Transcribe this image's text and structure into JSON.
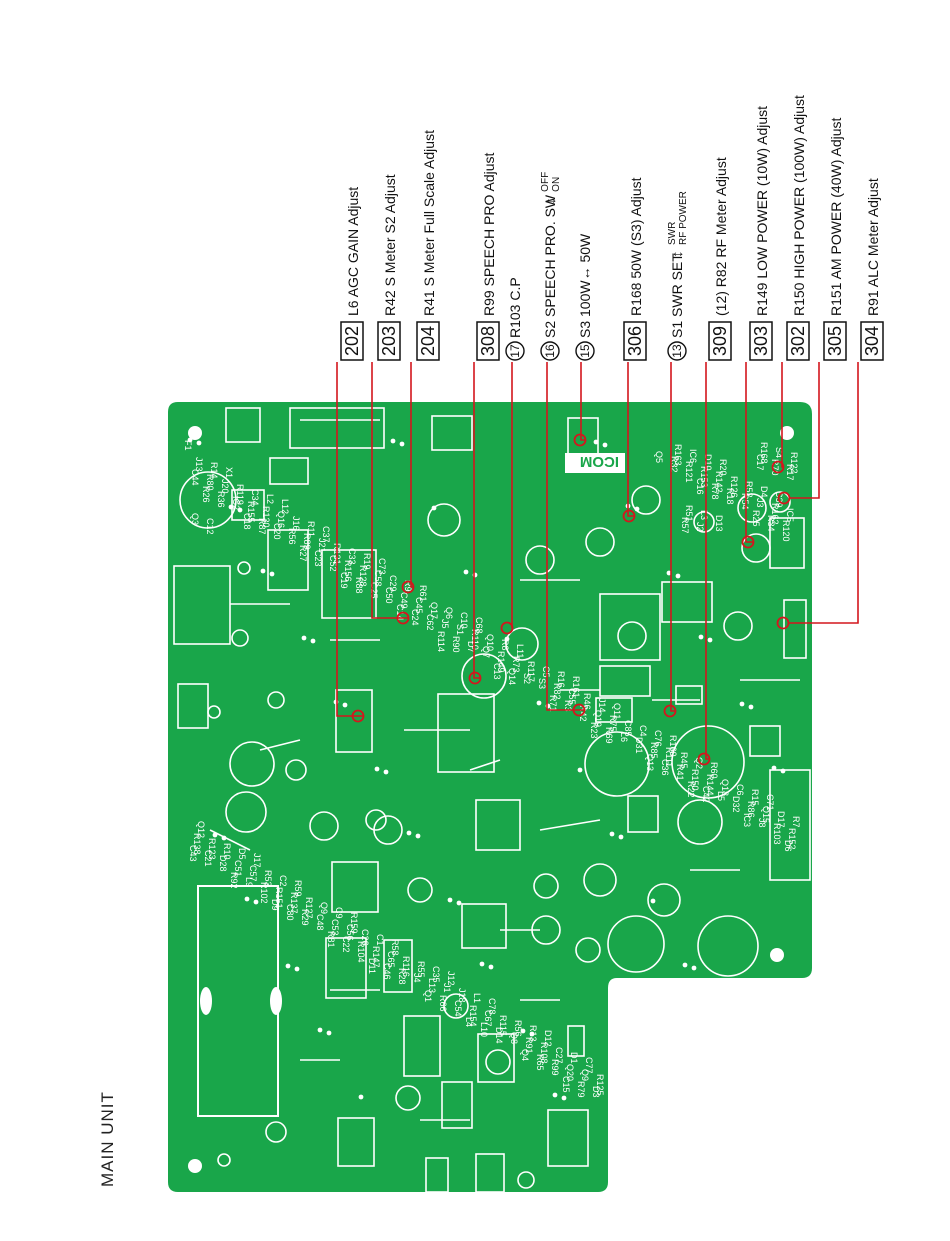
{
  "title": "MAIN UNIT",
  "colors": {
    "board": "#19a64a",
    "silkscreen": "#ffffff",
    "leader": "#d4161d",
    "text": "#111111"
  },
  "adjustments": [
    {
      "code": "202",
      "boxed": true,
      "label": "L6 AGC GAIN Adjust"
    },
    {
      "code": "203",
      "boxed": true,
      "label": "R42 S Meter S2 Adjust"
    },
    {
      "code": "204",
      "boxed": true,
      "label": "R41 S Meter Full Scale Adjust"
    },
    {
      "code": "308",
      "boxed": true,
      "label": "R99 SPEECH PRO Adjust"
    },
    {
      "code": "17",
      "boxed": false,
      "label": "R103 C.P"
    },
    {
      "code": "16",
      "boxed": false,
      "label": "S2 SPEECH PRO. SW",
      "suffix_top": "OFF",
      "suffix_bottom": "ON"
    },
    {
      "code": "15",
      "boxed": false,
      "label": "S3 100W↔ 50W"
    },
    {
      "code": "306",
      "boxed": true,
      "label": "R168 50W (S3) Adjust"
    },
    {
      "code": "13",
      "boxed": false,
      "label": "S1 SWR SET",
      "suffix_top": "SWR",
      "suffix_bottom": "RF POWER"
    },
    {
      "code": "309",
      "boxed": true,
      "label": "(12) R82 RF Meter Adjust"
    },
    {
      "code": "303",
      "boxed": true,
      "label": "R149 LOW POWER (10W) Adjust"
    },
    {
      "code": "302",
      "boxed": true,
      "label": "R150 HIGH POWER (100W) Adjust"
    },
    {
      "code": "305",
      "boxed": true,
      "label": "R151 AM POWER (40W) Adjust"
    },
    {
      "code": "304",
      "boxed": true,
      "label": "R91 ALC Meter Adjust"
    }
  ],
  "board": {
    "logo": "ICOM",
    "components": [
      "F1",
      "L12",
      "C73",
      "C68",
      "R161",
      "R160",
      "C71",
      "J17",
      "R159",
      "J12",
      "D12",
      "D13",
      "C39",
      "X1",
      "C37",
      "R61",
      "L11",
      "Q11",
      "R60",
      "Q12",
      "R59",
      "R58",
      "C78",
      "C77",
      "R20",
      "C12",
      "L2",
      "R19",
      "C10",
      "R16",
      "C76",
      "R15",
      "D5",
      "C9",
      "C35",
      "R13",
      "L3",
      "D4",
      "R14",
      "R11",
      "R9",
      "R8",
      "J14",
      "Q2",
      "R7",
      "C2",
      "C1",
      "L1",
      "D1",
      "D10",
      "Q3",
      "C34",
      "C33",
      "Q6",
      "C5",
      "C4",
      "C6",
      "R10",
      "Q9",
      "R55",
      "R56",
      "R51",
      "R52",
      "J13",
      "J16",
      "C29",
      "Q10",
      "R46",
      "R45",
      "D17",
      "R53",
      "C26",
      "J18",
      "C27",
      "IC6",
      "IC5",
      "R119",
      "R131",
      "Q17",
      "R117",
      "C85",
      "Q18",
      "R123",
      "R127",
      "R116",
      "R115",
      "R125",
      "R126",
      "R122",
      "Q16",
      "C58",
      "R110",
      "C55",
      "R111",
      "Q15",
      "C57",
      "C56",
      "J1",
      "R108",
      "R163",
      "R162",
      "J20",
      "J21",
      "C45",
      "R73",
      "R75",
      "R144",
      "R138",
      "R137",
      "C65",
      "C67",
      "Q9",
      "R142",
      "S4",
      "R130",
      "R128",
      "S1",
      "R82",
      "R85",
      "R86",
      "C51",
      "C53",
      "L13",
      "R91",
      "J2",
      "J3",
      "R80",
      "R89",
      "C49",
      "R149",
      "Q19",
      "R150",
      "R152",
      "R151",
      "R147",
      "R154",
      "Q20",
      "R153",
      "R168",
      "R155",
      "R156",
      "J5",
      "S3",
      "D31",
      "D32",
      "D28",
      "C48",
      "J4",
      "Q8",
      "R57",
      "R54",
      "C44",
      "R56",
      "C50",
      "Q7",
      "R42",
      "R41",
      "R103",
      "R102",
      "R104",
      "C54",
      "R99",
      "R121",
      "R120",
      "IC2",
      "C52",
      "C62",
      "S2",
      "L6",
      "L5",
      "C21",
      "R29",
      "R28",
      "D14",
      "D3",
      "R18",
      "R17",
      "C20",
      "C25",
      "D7",
      "R3",
      "C36",
      "J8",
      "L9",
      "C22",
      "R66",
      "R65",
      "R32",
      "R34",
      "R36",
      "C23",
      "C24",
      "Q14",
      "R69",
      "C42",
      "C43",
      "C80",
      "C46",
      "L10",
      "R79",
      "R78",
      "R70",
      "R87",
      "R88",
      "R90",
      "R71",
      "Q13",
      "IC3",
      "R92",
      "R81",
      "Q1",
      "Q4",
      "Q5",
      "R25",
      "R26",
      "R27",
      "C14",
      "C13",
      "R23",
      "R22",
      "D6",
      "D9",
      "D11",
      "L4",
      "C15",
      "C16",
      "C17",
      "C18",
      "C19",
      "R114"
    ]
  }
}
